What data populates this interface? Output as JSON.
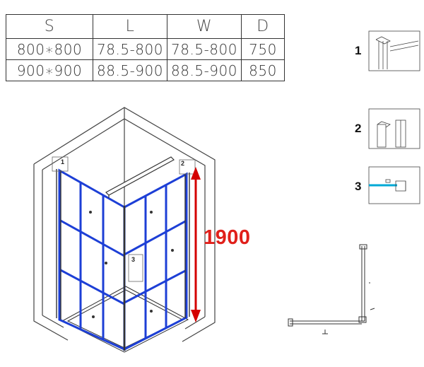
{
  "table": {
    "headers": [
      "S",
      "L",
      "W",
      "D"
    ],
    "rows": [
      [
        "800∗800",
        "78.5-800",
        "78.5-800",
        "750"
      ],
      [
        "900∗900",
        "88.5-900",
        "88.5-900",
        "850"
      ]
    ]
  },
  "height_label": "1900",
  "details": [
    {
      "number": "1"
    },
    {
      "number": "2"
    },
    {
      "number": "3"
    }
  ],
  "callouts": [
    "1",
    "2",
    "3"
  ],
  "colors": {
    "frame": "#1d3fd6",
    "dimension_arrow": "#d40000",
    "line": "#333333",
    "accent_cyan": "#00a9d6"
  }
}
